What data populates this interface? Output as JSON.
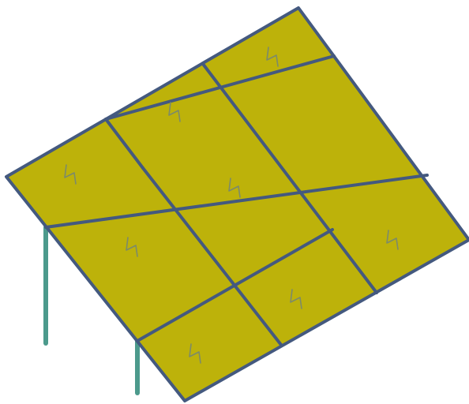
{
  "colors": {
    "background": "#ffffff",
    "panel_fill": "#bdb20a",
    "panel_fill_edge": "#b8ad08",
    "frame_stroke": "#44597f",
    "post_color": "#4c9a8c",
    "glyph_stroke": "#7c8a6a"
  },
  "diagram": {
    "subject": "solar-panel-array",
    "panel_grid": {
      "rows": 3,
      "columns": 3,
      "merged_cells": [
        "middle-row-left-two",
        "right-column-top-two"
      ],
      "cells_with_glyph": 8
    },
    "support_posts": 2,
    "glyph_icon": "lightning-bolt-icon"
  }
}
